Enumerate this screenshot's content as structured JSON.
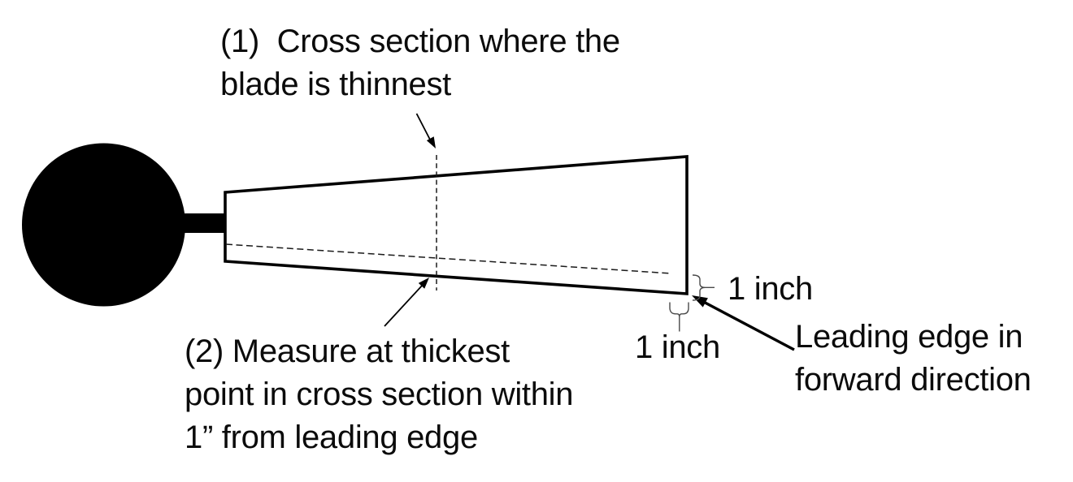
{
  "diagram": {
    "background_color": "#ffffff",
    "ink_color": "#000000",
    "brace_color": "#4a4a4a",
    "labels": {
      "cross_section": "(1)  Cross section where the\nblade is thinnest",
      "measure_point": "(2) Measure at thickest\npoint in cross section within\n1” from leading edge",
      "one_inch_vertical": "1 inch",
      "one_inch_horizontal": "1 inch",
      "leading_edge": "Leading edge in\nforward direction"
    },
    "shapes": {
      "hub": "rotor-hub-filled-circle",
      "shaft": "hub-to-blade-connector-bar",
      "blade": "tapered-blade-outline",
      "thinnest_section_line": "vertical-dashed-cross-section-line",
      "chord_line": "horizontal-dashed-chord-line",
      "pointer_arrows": [
        "cross-section-pointer-arrow",
        "thickest-point-pointer-arrow",
        "leading-edge-pointer-arrow"
      ],
      "dimension_braces": [
        "one-inch-vertical-brace",
        "one-inch-horizontal-brace"
      ]
    }
  }
}
